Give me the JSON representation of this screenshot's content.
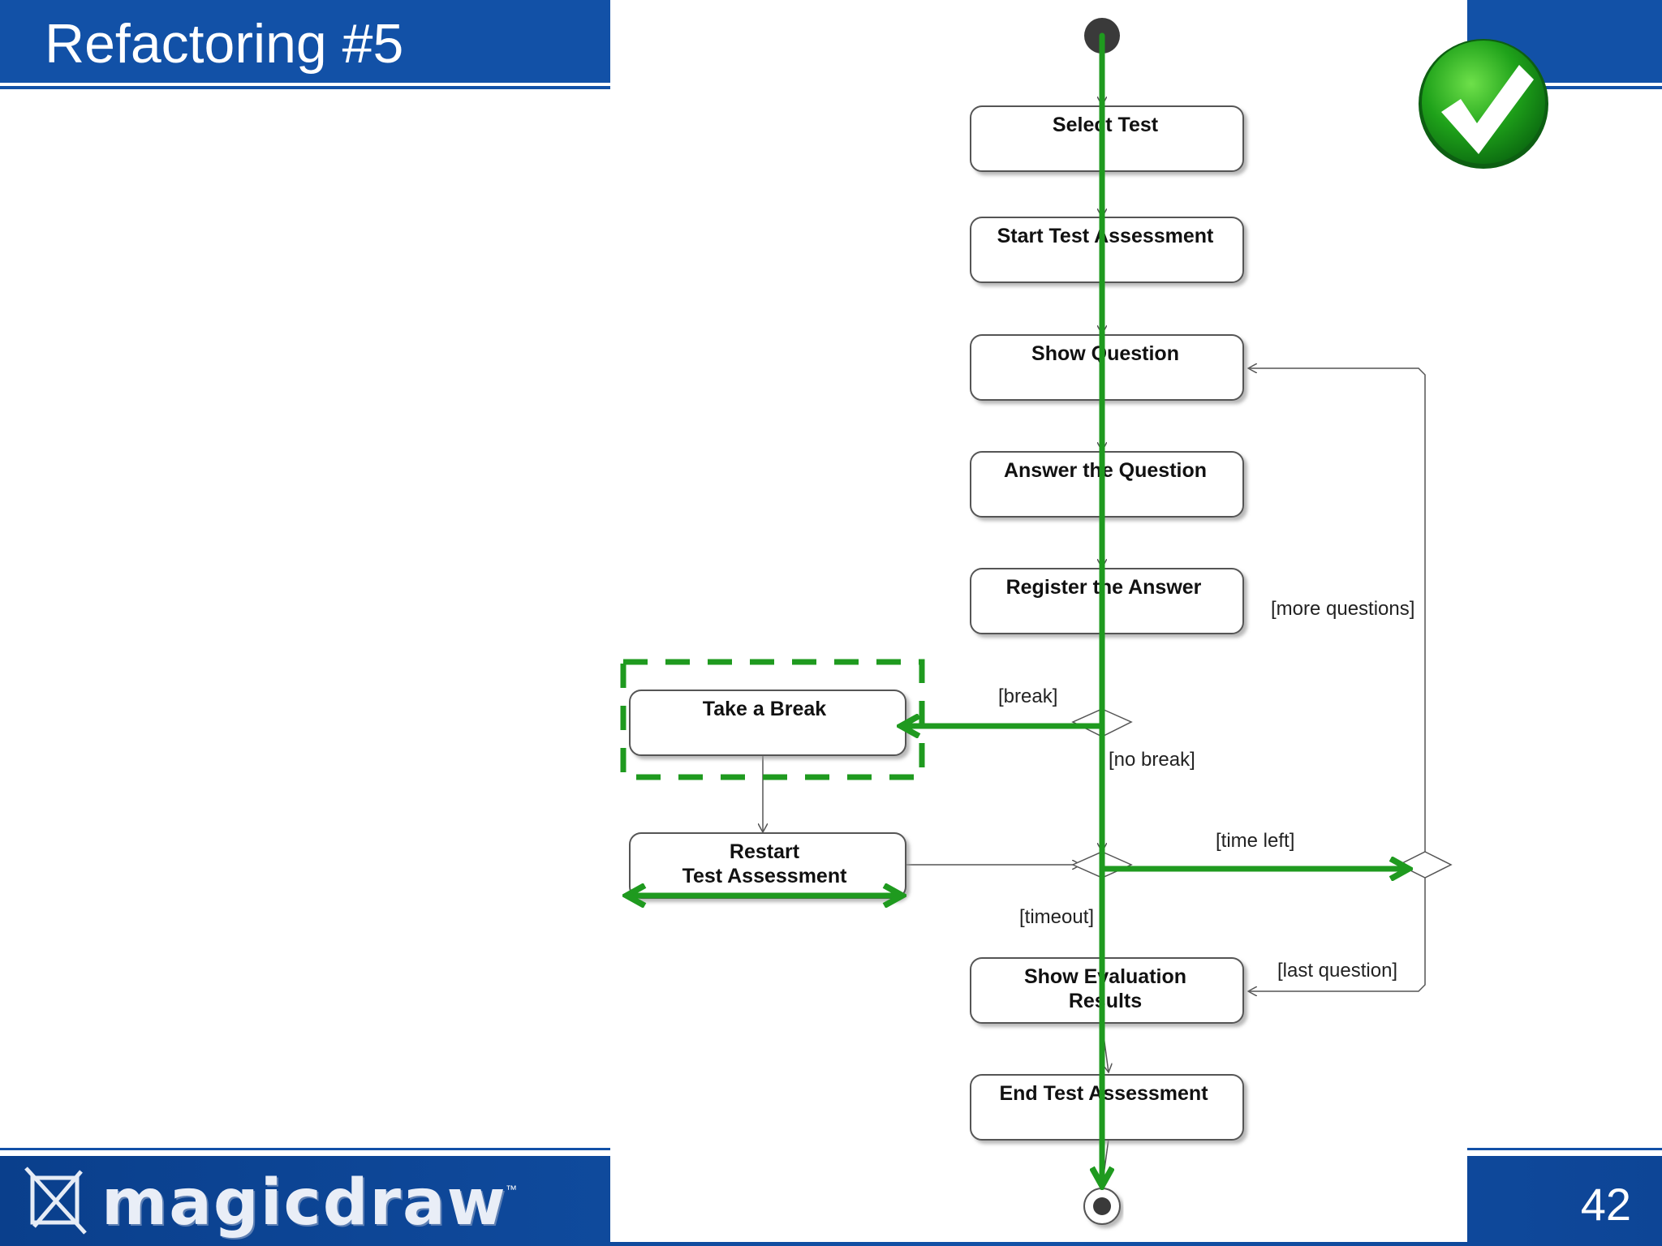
{
  "slide": {
    "title": "Refactoring #5",
    "page_number": "42",
    "logo_text": "magicdraw",
    "logo_tm": "™"
  },
  "diagram": {
    "nodes": {
      "select_test": "Select Test",
      "start_test_assessment": "Start Test Assessment",
      "show_question": "Show Question",
      "answer_question": "Answer the Question",
      "register_answer": "Register the Answer",
      "take_break": "Take a Break",
      "restart_line1": "Restart",
      "restart_line2": "Test Assessment",
      "show_eval_line1": "Show Evaluation",
      "show_eval_line2": "Results",
      "end_test_assessment": "End Test Assessment"
    },
    "guards": {
      "more_questions": "[more questions]",
      "break": "[break]",
      "no_break": "[no break]",
      "time_left": "[time left]",
      "timeout": "[timeout]",
      "last_question": "[last question]"
    }
  },
  "colors": {
    "header_blue": "#1251a7",
    "highlight_green": "#1f9a1f",
    "node_border": "#555555"
  }
}
